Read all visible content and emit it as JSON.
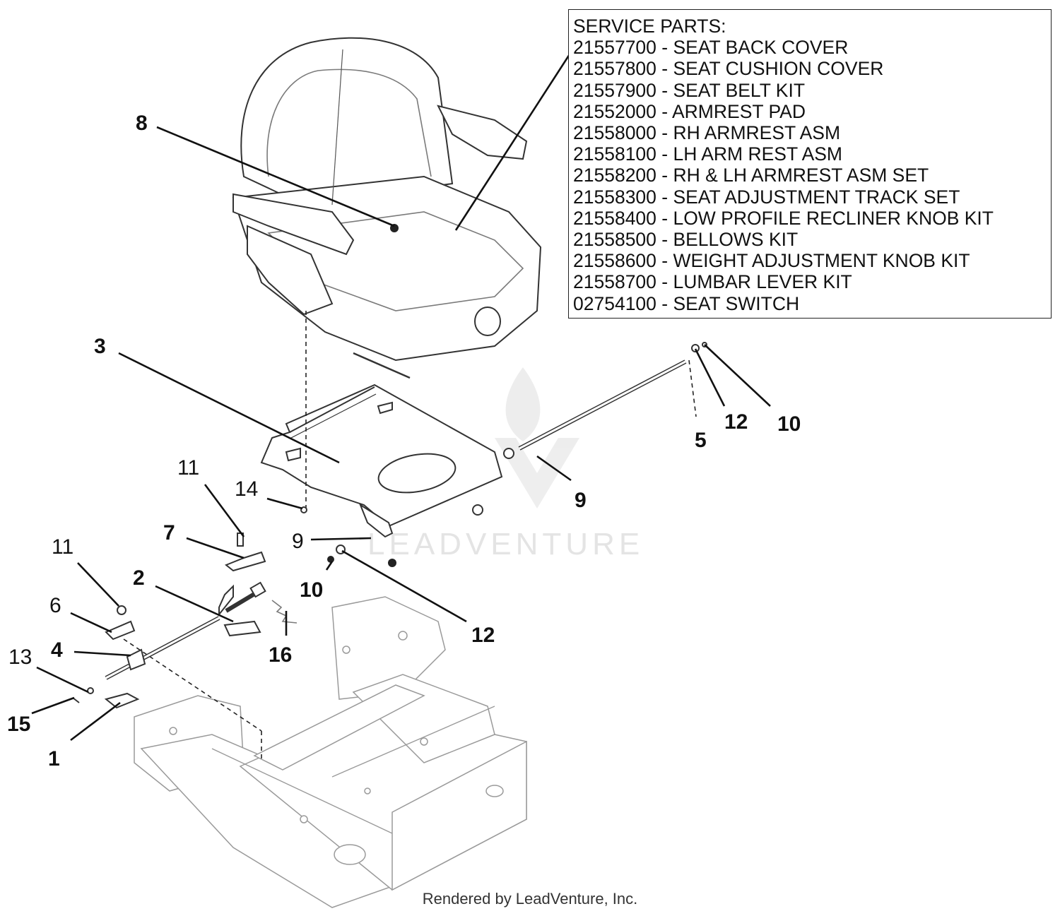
{
  "service_parts": {
    "title": "SERVICE PARTS:",
    "items": [
      "21557700 - SEAT BACK COVER",
      "21557800 - SEAT CUSHION COVER",
      "21557900 - SEAT BELT KIT",
      "21552000 - ARMREST PAD",
      "21558000 - RH ARMREST ASM",
      "21558100 - LH ARM REST ASM",
      "21558200 - RH & LH ARMREST ASM SET",
      "21558300 - SEAT ADJUSTMENT TRACK SET",
      "21558400 - LOW PROFILE RECLINER KNOB KIT",
      "21558500 - BELLOWS KIT",
      "21558600 - WEIGHT ADJUSTMENT KNOB KIT",
      "21558700 - LUMBAR LEVER KIT",
      "02754100 - SEAT SWITCH"
    ]
  },
  "callouts": {
    "c1": "1",
    "c2": "2",
    "c3": "3",
    "c4": "4",
    "c5": "5",
    "c6": "6",
    "c7": "7",
    "c8": "8",
    "c9a": "9",
    "c9b": "9",
    "c10a": "10",
    "c10b": "10",
    "c11a": "11",
    "c11b": "11",
    "c12a": "12",
    "c12b": "12",
    "c13": "13",
    "c14": "14",
    "c15": "15",
    "c16": "16"
  },
  "watermark": "LEADVENTURE",
  "footer": "Rendered by LeadVenture, Inc."
}
